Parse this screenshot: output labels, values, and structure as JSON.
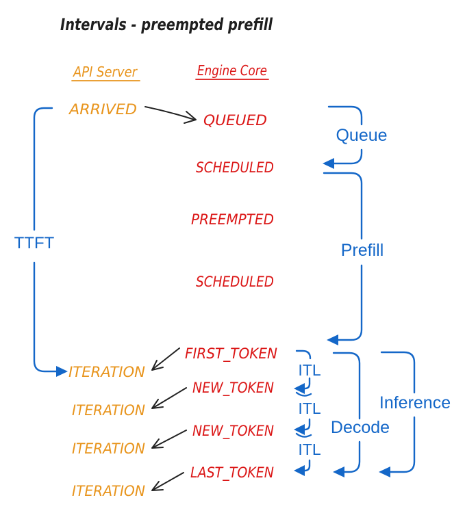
{
  "title": "Intervals - preempted prefill",
  "columns": {
    "api_server": {
      "label": "API Server"
    },
    "engine_core": {
      "label": "Engine Core"
    }
  },
  "api_events": [
    {
      "label": "ARRIVED"
    },
    {
      "label": "ITERATION"
    },
    {
      "label": "ITERATION"
    },
    {
      "label": "ITERATION"
    },
    {
      "label": "ITERATION"
    }
  ],
  "engine_events": [
    {
      "label": "QUEUED"
    },
    {
      "label": "SCHEDULED"
    },
    {
      "label": "PREEMPTED"
    },
    {
      "label": "SCHEDULED"
    },
    {
      "label": "FIRST_TOKEN"
    },
    {
      "label": "NEW_TOKEN"
    },
    {
      "label": "NEW_TOKEN"
    },
    {
      "label": "LAST_TOKEN"
    }
  ],
  "intervals": {
    "ttft": "TTFT",
    "queue": "Queue",
    "prefill": "Prefill",
    "itl_1": "ITL",
    "itl_2": "ITL",
    "itl_3": "ITL",
    "decode": "Decode",
    "inference": "Inference"
  },
  "colors": {
    "api_server_text": "#e8941c",
    "engine_core_text": "#db1616",
    "interval_blue": "#1467c8",
    "ink": "#222222",
    "background": "#ffffff"
  }
}
